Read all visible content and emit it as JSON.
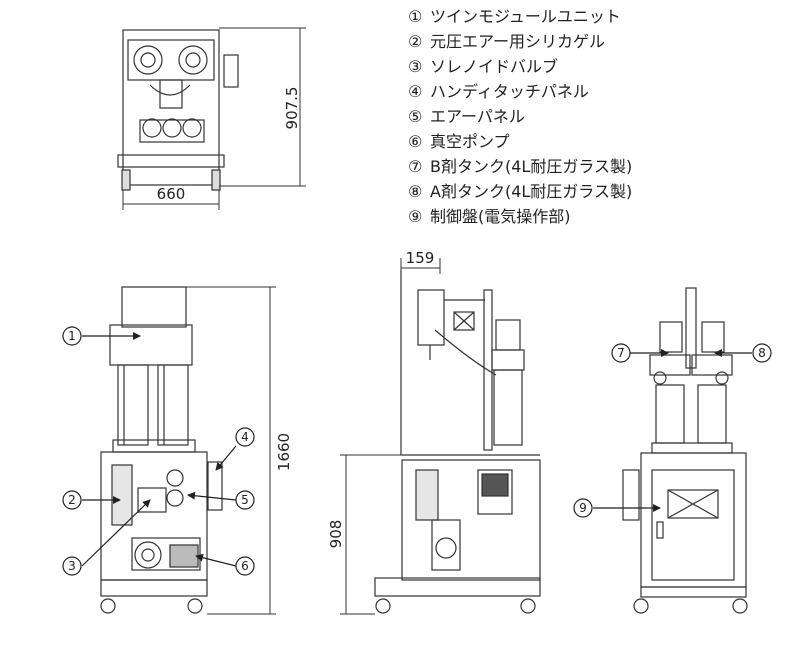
{
  "legend": [
    {
      "num": "①",
      "label": "ツインモジュールユニット"
    },
    {
      "num": "②",
      "label": "元圧エアー用シリカゲル"
    },
    {
      "num": "③",
      "label": "ソレノイドバルブ"
    },
    {
      "num": "④",
      "label": "ハンディタッチパネル"
    },
    {
      "num": "⑤",
      "label": "エアーパネル"
    },
    {
      "num": "⑥",
      "label": "真空ポンプ"
    },
    {
      "num": "⑦",
      "label": "B剤タンク(4L耐圧ガラス製)"
    },
    {
      "num": "⑧",
      "label": "A剤タンク(4L耐圧ガラス製)"
    },
    {
      "num": "⑨",
      "label": "制御盤(電気操作部)"
    }
  ],
  "dimensions": {
    "top_depth": "907.5",
    "top_width": "660",
    "front_height": "1660",
    "side_offset": "159",
    "side_height": "908"
  },
  "callouts": {
    "c1": "1",
    "c2": "2",
    "c3": "3",
    "c4": "4",
    "c5": "5",
    "c6": "6",
    "c7": "7",
    "c8": "8",
    "c9": "9"
  }
}
